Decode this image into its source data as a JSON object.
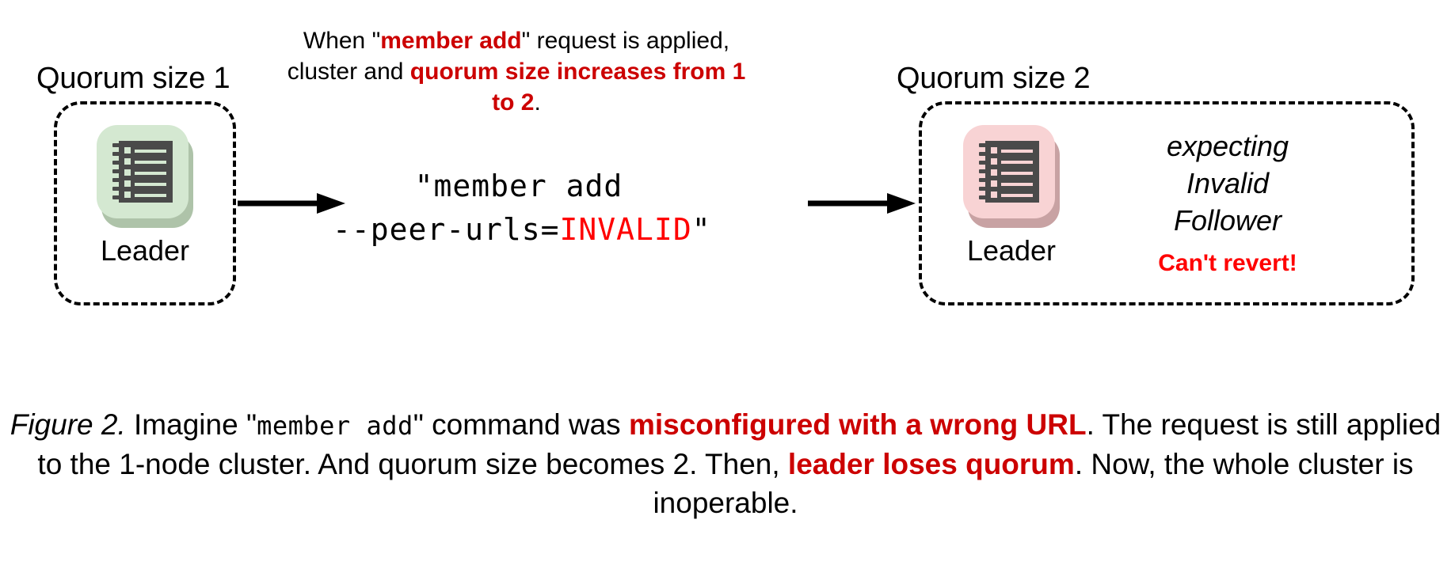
{
  "figure": {
    "left_cluster": {
      "title": "Quorum size 1",
      "node_label": "Leader",
      "node_icon": "server-ledger-icon",
      "node_state_color": "#d4e8d1"
    },
    "right_cluster": {
      "title": "Quorum size 2",
      "node_label": "Leader",
      "node_icon": "server-ledger-icon",
      "node_state_color": "#f8d3d4",
      "note_line_1": "expecting",
      "note_line_2": "Invalid",
      "note_line_3": "Follower",
      "warning": "Can't revert!"
    },
    "annotation": {
      "part_1": "When \"",
      "part_2_highlight": "member add",
      "part_3": "\" request is applied, cluster and ",
      "part_4_highlight": "quorum size increases from 1 to 2",
      "part_5": "."
    },
    "command": {
      "line_1": "\"member add",
      "line_2_prefix": "--peer-urls=",
      "line_2_invalid": "INVALID",
      "line_2_suffix": "\""
    },
    "arrows": {
      "left_arrow": "arrow-right-icon",
      "right_arrow": "arrow-right-icon"
    },
    "caption": {
      "label": "Figure 2.",
      "seg_1": " Imagine \"",
      "seg_2_mono": "member add",
      "seg_3": "\" command was ",
      "seg_4_highlight": "misconfigured with a wrong URL",
      "seg_5": ". The request is still applied to the 1-node cluster. And quorum size becomes 2. Then, ",
      "seg_6_highlight": "leader loses quorum",
      "seg_7": ". Now, the whole cluster is inoperable."
    },
    "colors": {
      "highlight_red": "#cc0000",
      "pure_red": "#ff0000",
      "leader_healthy": "#d4e8d1",
      "leader_unhealthy": "#f8d3d4",
      "icon_dark": "#4a4a4a"
    }
  }
}
